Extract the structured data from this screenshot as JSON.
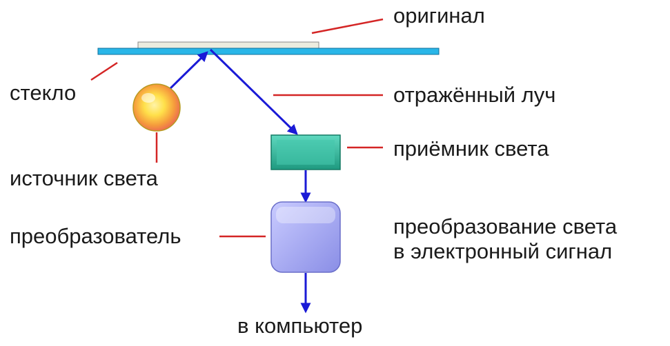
{
  "labels": {
    "original": "оригинал",
    "glass": "стекло",
    "reflected_ray": "отражённый луч",
    "light_source": "источник света",
    "light_receiver": "приёмник света",
    "converter": "преобразователь",
    "conversion_line1": "преобразование света",
    "conversion_line2": "в электронный сигнал",
    "to_computer": "в компьютер"
  },
  "colors": {
    "glass": "#29b6e8",
    "original": "#ececdf",
    "ray": "#1a1ad6",
    "leader": "#d42525",
    "receiver": "#2bb59a",
    "converter": "#a6a9f0",
    "lamp": "#f7d83a"
  }
}
